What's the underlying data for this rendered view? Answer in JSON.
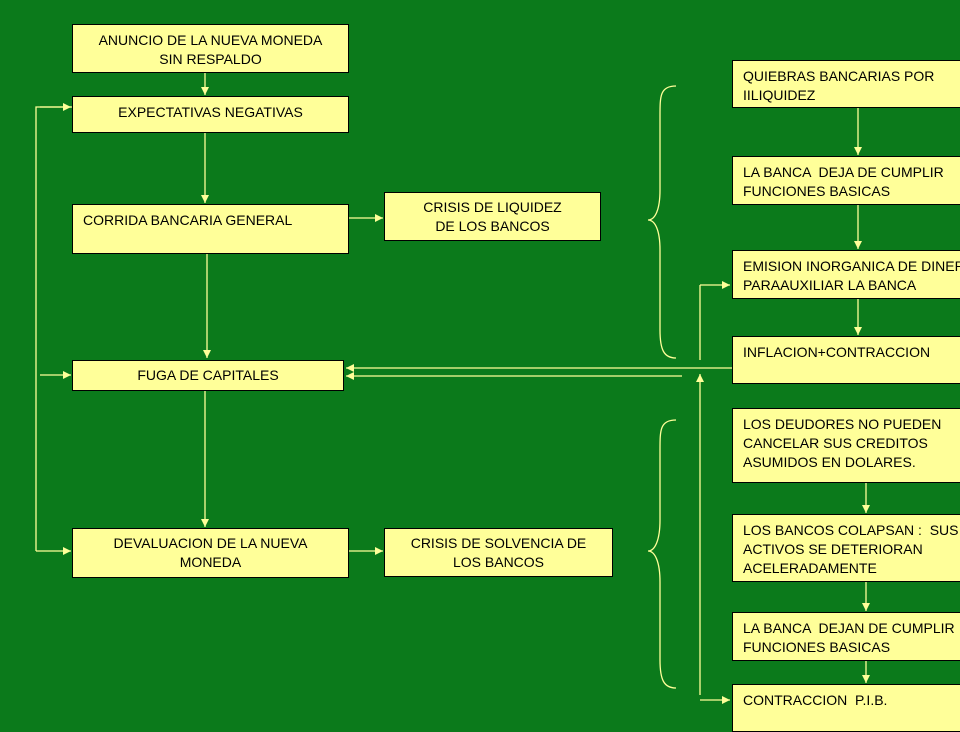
{
  "colors": {
    "background": "#0b7a1b",
    "box_fill": "#ffff99",
    "connector": "#ffff99"
  },
  "boxes": {
    "anuncio": "ANUNCIO DE LA NUEVA MONEDA\nSIN RESPALDO",
    "expectativas": "EXPECTATIVAS NEGATIVAS",
    "corrida": "CORRIDA BANCARIA GENERAL",
    "crisis_liquidez": "CRISIS DE LIQUIDEZ\nDE LOS BANCOS",
    "fuga": "FUGA DE CAPITALES",
    "devaluacion": "DEVALUACION DE LA NUEVA\nMONEDA",
    "crisis_solvencia": "CRISIS DE SOLVENCIA DE\nLOS BANCOS",
    "quiebras": "QUIEBRAS BANCARIAS POR\nIILIQUIDEZ",
    "banca_deja": "LA BANCA  DEJA DE CUMPLIR\nFUNCIONES BASICAS",
    "emision": "EMISION INORGANICA DE DINERO\nPARAAUXILIAR LA BANCA",
    "inflacion": "INFLACION+CONTRACCION",
    "deudores": "LOS DEUDORES NO PUEDEN\nCANCELAR SUS CREDITOS\nASUMIDOS EN DOLARES.",
    "bancos_colapsan": "LOS BANCOS COLAPSAN :  SUS\nACTIVOS SE DETERIORAN\nACELERADAMENTE",
    "banca_dejan": "LA BANCA  DEJAN DE CUMPLIR\nFUNCIONES BASICAS",
    "contraccion_pib": "CONTRACCION  P.I.B."
  }
}
